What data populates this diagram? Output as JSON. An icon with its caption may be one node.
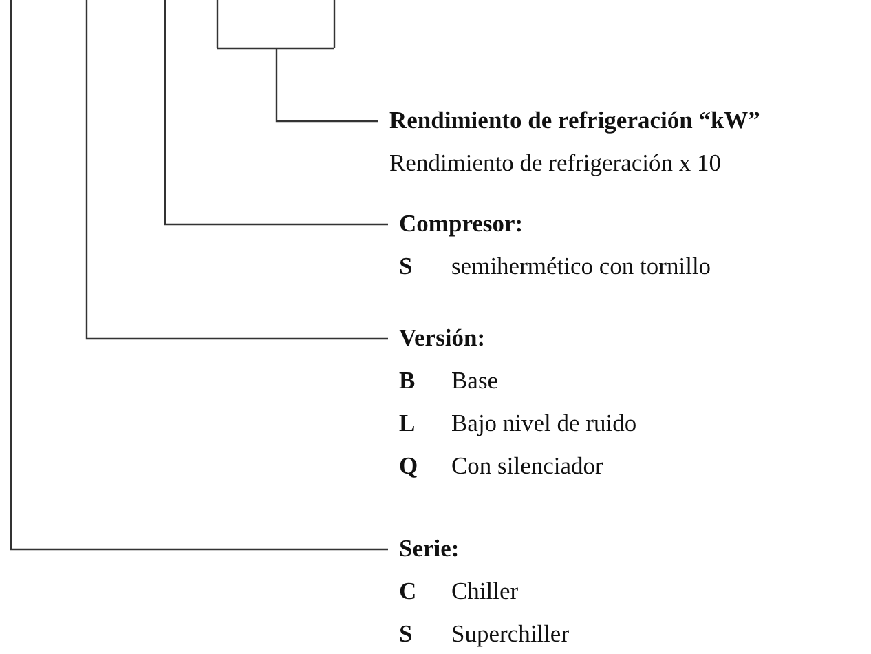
{
  "diagram": {
    "nodes": [
      {
        "text": [
          "Rendimiento de refrigeración “kW”",
          "Rendimiento de refrigeración x 10"
        ]
      },
      {
        "text": [
          "Compresor:",
          "S",
          "semihermético con tornillo"
        ]
      },
      {
        "text": [
          "Versión:",
          "B",
          "Base",
          "L",
          "Bajo nivel de ruido",
          "Q",
          "Con silenciador"
        ]
      },
      {
        "text": [
          "Serie:",
          "C",
          "Chiller",
          "S",
          "Superchiller"
        ]
      }
    ],
    "edges": [
      {
        "from": 0,
        "to": null,
        "arrow": "none"
      },
      {
        "from": 1,
        "to": null,
        "arrow": "none"
      },
      {
        "from": 2,
        "to": null,
        "arrow": "none"
      },
      {
        "from": 3,
        "to": null,
        "arrow": "none"
      }
    ]
  }
}
